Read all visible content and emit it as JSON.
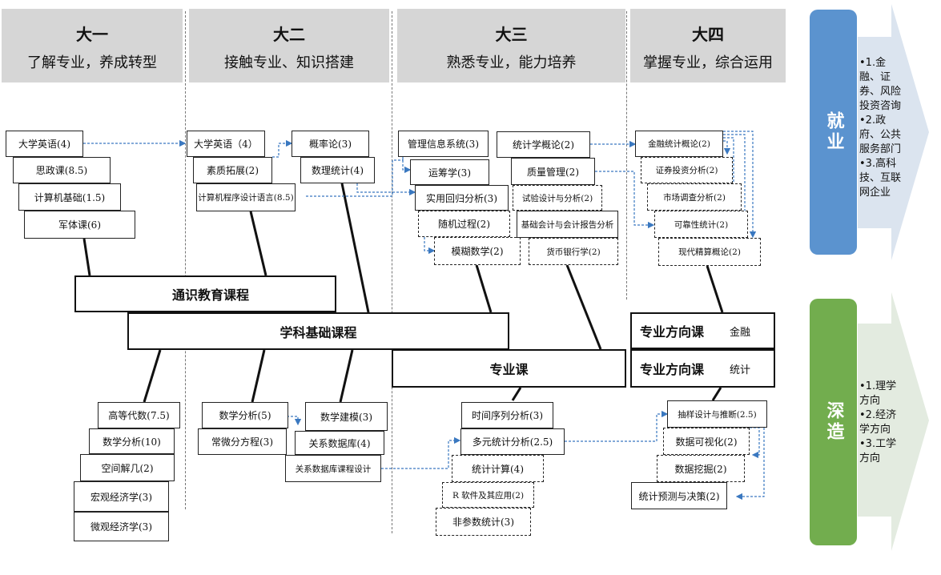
{
  "headers": [
    {
      "year": "大一",
      "goal": "了解专业，养成转型"
    },
    {
      "year": "大二",
      "goal": "接触专业、知识搭建"
    },
    {
      "year": "大三",
      "goal": "熟悉专业，能力培养"
    },
    {
      "year": "大四",
      "goal": "掌握专业，综合运用"
    }
  ],
  "bars": {
    "general": "通识教育课程",
    "foundation": "学科基础课程",
    "major": "专业课",
    "direction1": "专业方向课",
    "direction1_tag": "金融",
    "direction2": "专业方向课",
    "direction2_tag": "统计"
  },
  "courses": {
    "y1_top": [
      "大学英语(4)",
      "思政课(8.5)",
      "计算机基础(1.5)",
      "军体课(6)"
    ],
    "y1_bottom": [
      "高等代数(7.5)",
      "数学分析(10)",
      "空间解几(2)",
      "宏观经济学(3)",
      "微观经济学(3)"
    ],
    "y2_top": [
      "大学英语（4）",
      "素质拓展(2)",
      "计算机程序设计语言(8.5)",
      "概率论(3)",
      "数理统计(4)"
    ],
    "y2_bottom": [
      "数学分析(5)",
      "常微分方程(3)",
      "数学建模(3)",
      "关系数据库(4)",
      "关系数据库课程设计"
    ],
    "y3_top": [
      "管理信息系统(3)",
      "运筹学(3)",
      "实用回归分析(3)",
      "随机过程(2)",
      "模糊数学(2)",
      "统计学概论(2)",
      "质量管理(2)",
      "试验设计与分析(2)",
      "基础会计与会计报告分析",
      "货币银行学(2)"
    ],
    "y3_bottom": [
      "时间序列分析(3)",
      "多元统计分析(2.5)",
      "统计计算(4)",
      "R 软件及其应用(2)",
      "非参数统计(3)"
    ],
    "y4_top": [
      "金融统计概论(2)",
      "证券投资分析(2)",
      "市场调查分析(2)",
      "可靠性统计(2)",
      "现代精算概论(2)"
    ],
    "y4_bottom": [
      "抽样设计与推断(2.5)",
      "数据可视化(2)",
      "数据挖掘(2)",
      "统计预测与决策(2)"
    ]
  },
  "side": {
    "employment_label": "就业",
    "employment_items": [
      "•1.金融、证券、风险投资咨询",
      "•2.政府、公共服务部门",
      "•3.高科技、互联网企业"
    ],
    "study_label": "深造",
    "study_items": [
      "•1.理学方向",
      "•2.经济学方向",
      "•3.工学方向"
    ]
  },
  "colors": {
    "employment": "#5b93cf",
    "study": "#72ad4e",
    "arrow_bg": "#dbe4ef",
    "arrow_bg2": "#e3ebe0",
    "header_bg": "#d6d6d6",
    "link": "#3a78c0"
  }
}
